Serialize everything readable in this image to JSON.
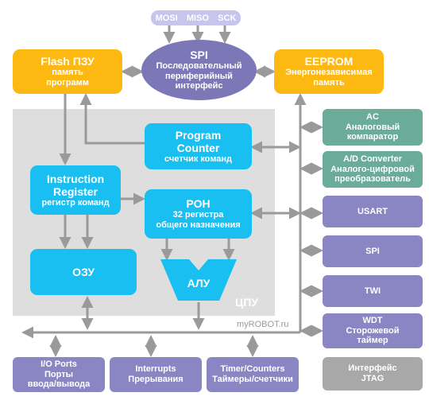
{
  "spi_pins": {
    "mosi": "MOSI",
    "miso": "MISO",
    "sck": "SCK"
  },
  "spi_bus": {
    "title": "SPI",
    "line1": "Последовательный",
    "line2": "периферийный",
    "line3": "интерфейс"
  },
  "flash": {
    "title": "Flash ПЗУ",
    "line1": "память",
    "line2": "программ"
  },
  "eeprom": {
    "title": "EEPROM",
    "line1": "Энергонезависимая",
    "line2": "память"
  },
  "program_counter": {
    "title1": "Program",
    "title2": "Counter",
    "sub": "счетчик команд"
  },
  "instruction_register": {
    "title1": "Instruction",
    "title2": "Register",
    "sub": "регистр команд"
  },
  "ron": {
    "title": "РОН",
    "line1": "32 регистра",
    "line2": "общего назначения"
  },
  "ram": {
    "title": "ОЗУ"
  },
  "alu": {
    "title": "АЛУ"
  },
  "cpu": {
    "label": "ЦПУ"
  },
  "watermark": "myROBOT.ru",
  "peripherals": {
    "ac": {
      "title": "AC",
      "line1": "Аналоговый",
      "line2": "компаратор"
    },
    "adc": {
      "title": "A/D Converter",
      "line1": "Аналого-цифровой",
      "line2": "преобразователь"
    },
    "usart": {
      "title": "USART"
    },
    "spi": {
      "title": "SPI"
    },
    "twi": {
      "title": "TWI"
    },
    "wdt": {
      "title": "WDT",
      "line1": "Сторожевой",
      "line2": "таймер"
    },
    "jtag": {
      "line1": "Интерфейс",
      "line2": "JTAG"
    }
  },
  "bottom": {
    "io": {
      "line1": "I/O Ports",
      "line2": "Порты",
      "line3": "ввода/вывода"
    },
    "interrupts": {
      "line1": "Interrupts",
      "line2": "Прерывания"
    },
    "timers": {
      "line1": "Timer/Counters",
      "line2": "Таймеры/счетчики"
    }
  },
  "colors": {
    "blue": "#18bff0",
    "orange": "#fdb812",
    "teal": "#6aab99",
    "purple": "#8a86c4",
    "grey": "#a8a8a8",
    "bus": "#9a9a9a",
    "cpu_bg": "#dedede"
  }
}
